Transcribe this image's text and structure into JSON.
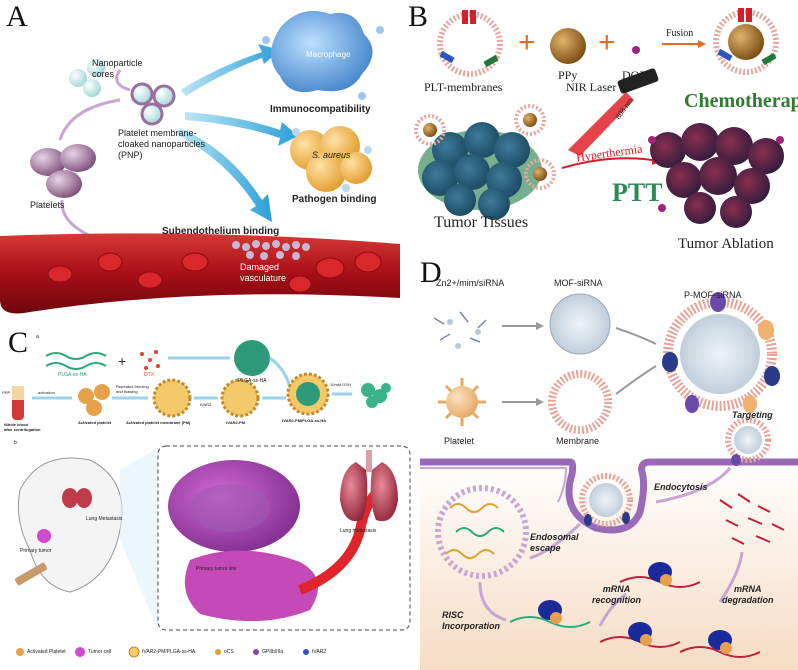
{
  "panelA": {
    "label": "A",
    "nanoparticle_cores": "Nanoparticle\ncores",
    "pnp": "Platelet membrane-\ncloaked nanoparticles\n(PNP)",
    "platelets": "Platelets",
    "macrophage": "Macrophage",
    "immuno": "Immunocompatibility",
    "saureus": "S. aureus",
    "pathogen": "Pathogen binding",
    "subendo": "Subendothelium binding",
    "damaged": "Damaged\nvasculature"
  },
  "panelB": {
    "label": "B",
    "plt": "PLT-membranes",
    "ppy": "PPy",
    "dox": "DOX",
    "fusion": "Fusion",
    "nir": "NIR Laser",
    "nm808": "808 nm",
    "chemo": "Chemotherapy",
    "hyper": "Hyperthermia",
    "ptt": "PTT",
    "tumor_tissues": "Tumor Tissues",
    "tumor_ablation": "Tumor Ablation"
  },
  "panelC": {
    "label": "C",
    "small_a": "a",
    "small_b": "b",
    "plga_ss_ha": "PLGA-ss-HA",
    "dtx": "DTX",
    "plga_ss_ha2": "PLGA-ss-HA",
    "prp": "PRP",
    "activation": "activation",
    "whole_blood": "Whole blood\nafter centrifugation",
    "activated_platelet": "Activated platelet",
    "repeated": "Repeated freezing\nand thawing",
    "apm": "Activated platelet membrane (PM)",
    "tvar2": "tVAR2",
    "tvar2pm": "tVAR2-PM",
    "final": "tVAR2-PM/PLGA-ss-HA",
    "gsh": "10mM GSH",
    "lung_metastasis": "Lung Metastasis",
    "primary_tumor": "Primary tumor",
    "lung_metastasis2": "Lung metastasis",
    "primary_tumor_site": "Primary tumor site",
    "legend": [
      "Activated Platelet",
      "Tumor cell",
      "tVAR2-PM/PLGA-ss-HA",
      "oCS",
      "GPIIb/IIIa",
      "tVAR2"
    ]
  },
  "panelD": {
    "label": "D",
    "zn": "Zn2+/mim/siRNA",
    "mof": "MOF-siRNA",
    "pmof": "P-MOF-siRNA",
    "platelet": "Platelet",
    "membrane": "Membrane",
    "targeting": "Targeting",
    "endocytosis": "Endocytosis",
    "endosomal": "Endosomal\nescape",
    "mrna_recog": "mRNA\nrecognition",
    "mrna_deg": "mRNA\ndegradation",
    "risc": "RISC\nIncorporation"
  },
  "colors": {
    "vessel": "#b5121b",
    "platelet": "#8a5a86",
    "tumor": "#2e5a6e",
    "membrane": "#e6a39a",
    "chemo": "#2e7d32",
    "ptt": "#2e8b57"
  }
}
